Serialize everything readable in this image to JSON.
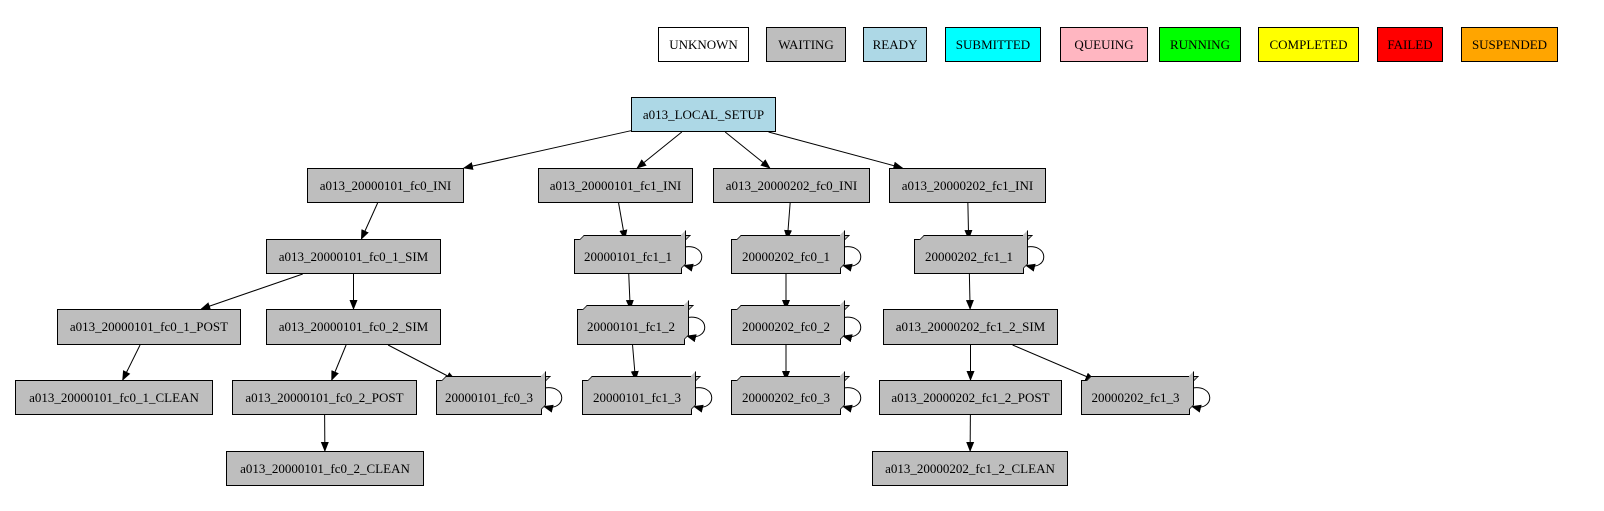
{
  "legend": [
    {
      "label": "UNKNOWN",
      "color": "#ffffff"
    },
    {
      "label": "WAITING",
      "color": "#bebebe"
    },
    {
      "label": "READY",
      "color": "#add8e6"
    },
    {
      "label": "SUBMITTED",
      "color": "#00ffff"
    },
    {
      "label": "QUEUING",
      "color": "#ffb6c1"
    },
    {
      "label": "RUNNING",
      "color": "#00ff00"
    },
    {
      "label": "COMPLETED",
      "color": "#ffff00"
    },
    {
      "label": "FAILED",
      "color": "#ff0000"
    },
    {
      "label": "SUSPENDED",
      "color": "#ffa500"
    }
  ],
  "nodes": [
    {
      "id": "setup",
      "label": "a013_LOCAL_SETUP",
      "status": "READY"
    },
    {
      "id": "ini0101fc0",
      "label": "a013_20000101_fc0_INI",
      "status": "WAITING"
    },
    {
      "id": "ini0101fc1",
      "label": "a013_20000101_fc1_INI",
      "status": "WAITING"
    },
    {
      "id": "ini0202fc0",
      "label": "a013_20000202_fc0_INI",
      "status": "WAITING"
    },
    {
      "id": "ini0202fc1",
      "label": "a013_20000202_fc1_INI",
      "status": "WAITING"
    },
    {
      "id": "sim0101fc0_1",
      "label": "a013_20000101_fc0_1_SIM",
      "status": "WAITING"
    },
    {
      "id": "g0101fc1_1",
      "label": "20000101_fc1_1",
      "status": "WAITING"
    },
    {
      "id": "g0202fc0_1",
      "label": "20000202_fc0_1",
      "status": "WAITING"
    },
    {
      "id": "g0202fc1_1",
      "label": "20000202_fc1_1",
      "status": "WAITING"
    },
    {
      "id": "post0101fc0_1",
      "label": "a013_20000101_fc0_1_POST",
      "status": "WAITING"
    },
    {
      "id": "sim0101fc0_2",
      "label": "a013_20000101_fc0_2_SIM",
      "status": "WAITING"
    },
    {
      "id": "g0101fc1_2",
      "label": "20000101_fc1_2",
      "status": "WAITING"
    },
    {
      "id": "g0202fc0_2",
      "label": "20000202_fc0_2",
      "status": "WAITING"
    },
    {
      "id": "sim0202fc1_2",
      "label": "a013_20000202_fc1_2_SIM",
      "status": "WAITING"
    },
    {
      "id": "clean0101fc0_1",
      "label": "a013_20000101_fc0_1_CLEAN",
      "status": "WAITING"
    },
    {
      "id": "post0101fc0_2",
      "label": "a013_20000101_fc0_2_POST",
      "status": "WAITING"
    },
    {
      "id": "g0101fc0_3",
      "label": "20000101_fc0_3",
      "status": "WAITING"
    },
    {
      "id": "g0101fc1_3",
      "label": "20000101_fc1_3",
      "status": "WAITING"
    },
    {
      "id": "g0202fc0_3",
      "label": "20000202_fc0_3",
      "status": "WAITING"
    },
    {
      "id": "post0202fc1_2",
      "label": "a013_20000202_fc1_2_POST",
      "status": "WAITING"
    },
    {
      "id": "g0202fc1_3",
      "label": "20000202_fc1_3",
      "status": "WAITING"
    },
    {
      "id": "clean0101fc0_2",
      "label": "a013_20000101_fc0_2_CLEAN",
      "status": "WAITING"
    },
    {
      "id": "clean0202fc1_2",
      "label": "a013_20000202_fc1_2_CLEAN",
      "status": "WAITING"
    }
  ],
  "edges": [
    [
      "setup",
      "ini0101fc0"
    ],
    [
      "setup",
      "ini0101fc1"
    ],
    [
      "setup",
      "ini0202fc0"
    ],
    [
      "setup",
      "ini0202fc1"
    ],
    [
      "ini0101fc0",
      "sim0101fc0_1"
    ],
    [
      "ini0101fc1",
      "g0101fc1_1"
    ],
    [
      "ini0202fc0",
      "g0202fc0_1"
    ],
    [
      "ini0202fc1",
      "g0202fc1_1"
    ],
    [
      "sim0101fc0_1",
      "post0101fc0_1"
    ],
    [
      "sim0101fc0_1",
      "sim0101fc0_2"
    ],
    [
      "g0101fc1_1",
      "g0101fc1_2"
    ],
    [
      "g0202fc0_1",
      "g0202fc0_2"
    ],
    [
      "g0202fc1_1",
      "sim0202fc1_2"
    ],
    [
      "post0101fc0_1",
      "clean0101fc0_1"
    ],
    [
      "sim0101fc0_2",
      "post0101fc0_2"
    ],
    [
      "sim0101fc0_2",
      "g0101fc0_3"
    ],
    [
      "g0101fc1_2",
      "g0101fc1_3"
    ],
    [
      "g0202fc0_2",
      "g0202fc0_3"
    ],
    [
      "sim0202fc1_2",
      "post0202fc1_2"
    ],
    [
      "sim0202fc1_2",
      "g0202fc1_3"
    ],
    [
      "post0101fc0_2",
      "clean0101fc0_2"
    ],
    [
      "post0202fc1_2",
      "clean0202fc1_2"
    ]
  ],
  "self_loops": [
    "g0101fc1_1",
    "g0202fc0_1",
    "g0202fc1_1",
    "g0101fc1_2",
    "g0202fc0_2",
    "g0101fc0_3",
    "g0101fc1_3",
    "g0202fc0_3",
    "g0202fc1_3"
  ]
}
